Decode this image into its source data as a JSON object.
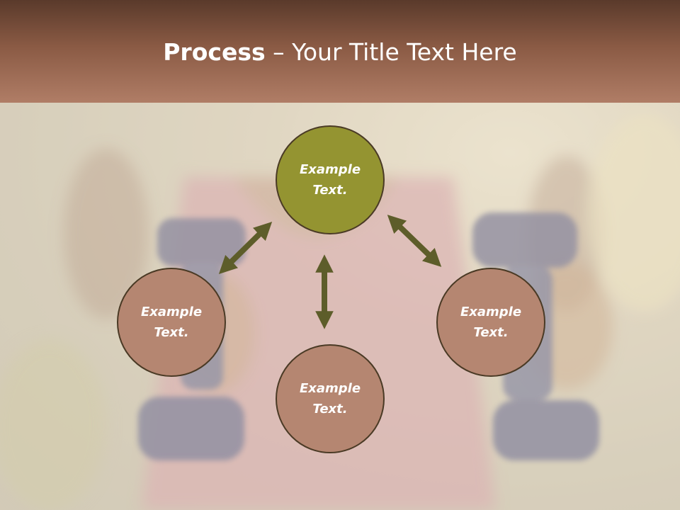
{
  "title": {
    "bold": "Process",
    "rest": " – Your Title Text Here"
  },
  "nodes": {
    "top": {
      "label": "Example\nText.",
      "fill": "#949431"
    },
    "left": {
      "label": "Example\nText.",
      "fill": "#b58671"
    },
    "bottom": {
      "label": "Example\nText.",
      "fill": "#b58671"
    },
    "right": {
      "label": "Example\nText.",
      "fill": "#b58671"
    }
  },
  "colors": {
    "arrow": "#5d5d2a",
    "header_dark": "#5a3a2b",
    "header_light": "#b07d66"
  },
  "background_image": "blurred photo of person holding dumbbells"
}
